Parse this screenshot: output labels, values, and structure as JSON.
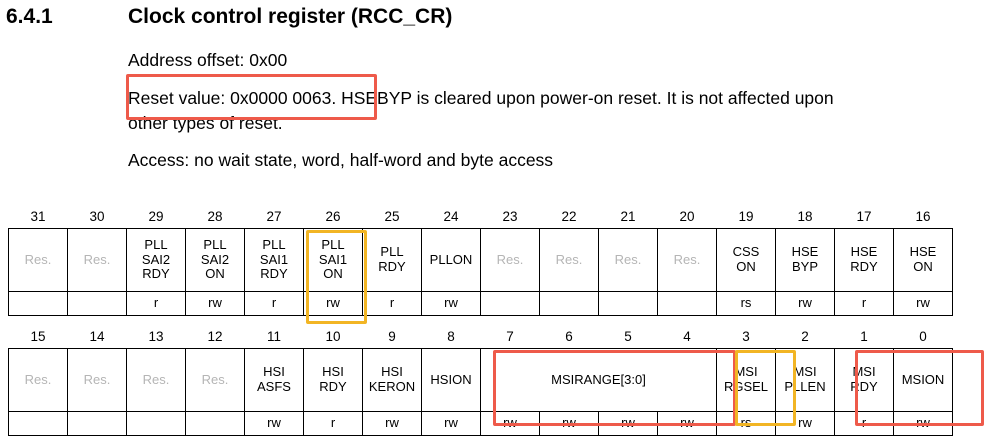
{
  "section": {
    "number": "6.4.1",
    "title": "Clock control register (RCC_CR)"
  },
  "description": {
    "address_offset": "Address offset: 0x00",
    "reset_value": "Reset value: 0x0000 0063",
    "reset_note": ". HSEBYP is cleared upon power-on reset. It is not affected upon",
    "reset_note_cont": "other types of reset.",
    "access": "Access: no wait state, word, half-word and byte access"
  },
  "highlight_colors": {
    "red": "#ee5a4a",
    "orange": "#f2b524"
  },
  "upper": {
    "bits": [
      "31",
      "30",
      "29",
      "28",
      "27",
      "26",
      "25",
      "24",
      "23",
      "22",
      "21",
      "20",
      "19",
      "18",
      "17",
      "16"
    ],
    "fields": [
      {
        "name": "Res.",
        "access": "",
        "reserved": true
      },
      {
        "name": "Res.",
        "access": "",
        "reserved": true
      },
      {
        "name": "PLL\nSAI2\nRDY",
        "access": "r"
      },
      {
        "name": "PLL\nSAI2\nON",
        "access": "rw"
      },
      {
        "name": "PLL\nSAI1\nRDY",
        "access": "r"
      },
      {
        "name": "PLL\nSAI1\nON",
        "access": "rw"
      },
      {
        "name": "PLL\nRDY",
        "access": "r"
      },
      {
        "name": "PLLON",
        "access": "rw"
      },
      {
        "name": "Res.",
        "access": "",
        "reserved": true
      },
      {
        "name": "Res.",
        "access": "",
        "reserved": true
      },
      {
        "name": "Res.",
        "access": "",
        "reserved": true
      },
      {
        "name": "Res.",
        "access": "",
        "reserved": true
      },
      {
        "name": "CSS\nON",
        "access": "rs"
      },
      {
        "name": "HSE\nBYP",
        "access": "rw"
      },
      {
        "name": "HSE\nRDY",
        "access": "r"
      },
      {
        "name": "HSE\nON",
        "access": "rw"
      }
    ]
  },
  "lower": {
    "bits": [
      "15",
      "14",
      "13",
      "12",
      "11",
      "10",
      "9",
      "8",
      "7",
      "6",
      "5",
      "4",
      "3",
      "2",
      "1",
      "0"
    ],
    "fields": [
      {
        "name": "Res.",
        "reserved": true,
        "span": 1
      },
      {
        "name": "Res.",
        "reserved": true,
        "span": 1
      },
      {
        "name": "Res.",
        "reserved": true,
        "span": 1
      },
      {
        "name": "Res.",
        "reserved": true,
        "span": 1
      },
      {
        "name": "HSI\nASFS",
        "span": 1
      },
      {
        "name": "HSI\nRDY",
        "span": 1
      },
      {
        "name": "HSI\nKERON",
        "span": 1
      },
      {
        "name": "HSION",
        "span": 1
      },
      {
        "name": "MSIRANGE[3:0]",
        "span": 4
      },
      {
        "name": "MSI\nRGSEL",
        "span": 1
      },
      {
        "name": "MSI\nPLLEN",
        "span": 1
      },
      {
        "name": "MSI\nRDY",
        "span": 1
      },
      {
        "name": "MSION",
        "span": 1
      }
    ],
    "access": [
      "",
      "",
      "",
      "",
      "rw",
      "r",
      "rw",
      "rw",
      "rw",
      "rw",
      "rw",
      "rw",
      "rs",
      "rw",
      "r",
      "rw"
    ]
  }
}
